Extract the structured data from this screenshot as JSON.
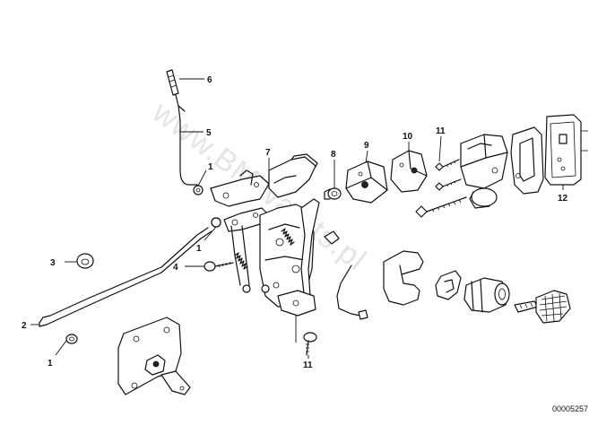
{
  "diagram": {
    "reference_number": "00005257",
    "watermark": "www.BMWatots.pl",
    "callouts": [
      {
        "id": "c6",
        "label": "6"
      },
      {
        "id": "c5",
        "label": "5"
      },
      {
        "id": "c1a",
        "label": "1"
      },
      {
        "id": "c7",
        "label": "7"
      },
      {
        "id": "c8",
        "label": "8"
      },
      {
        "id": "c9",
        "label": "9"
      },
      {
        "id": "c10",
        "label": "10"
      },
      {
        "id": "c11a",
        "label": "11"
      },
      {
        "id": "c12",
        "label": "12"
      },
      {
        "id": "c1b",
        "label": "1"
      },
      {
        "id": "c3",
        "label": "3"
      },
      {
        "id": "c4",
        "label": "4"
      },
      {
        "id": "c2",
        "label": "2"
      },
      {
        "id": "c1c",
        "label": "1"
      },
      {
        "id": "c11b",
        "label": "11"
      }
    ]
  }
}
